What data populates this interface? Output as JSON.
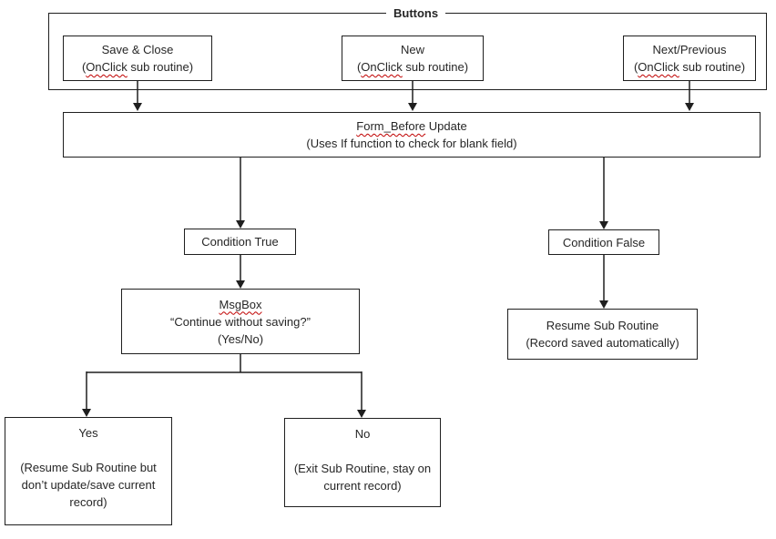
{
  "colors": {
    "text": "#262626",
    "line": "#1f1f1f",
    "spellcheck_underline": "#c00000"
  },
  "diagram": {
    "group_title": "Buttons",
    "buttons": [
      {
        "title": "Save & Close",
        "sub_open": "(",
        "sub_word": "OnClick",
        "sub_rest": " sub routine)"
      },
      {
        "title": "New",
        "sub_open": "(",
        "sub_word": "OnClick",
        "sub_rest": " sub routine)"
      },
      {
        "title": "Next/Previous",
        "sub_open": "(",
        "sub_word": "OnClick",
        "sub_rest": " sub routine)"
      }
    ],
    "form": {
      "word": "Form_Before",
      "rest": " Update",
      "line2": "(Uses If function to check for blank field)"
    },
    "condition_true": "Condition True",
    "condition_false": "Condition False",
    "msgbox": {
      "word": "MsgBox",
      "line2": "“Continue without saving?”",
      "line3": "(Yes/No)"
    },
    "resume": {
      "line1": "Resume Sub Routine",
      "line2": "(Record saved automatically)"
    },
    "yes": {
      "title": "Yes",
      "body": "(Resume Sub Routine but don’t update/save current record)"
    },
    "no": {
      "title": "No",
      "body": "(Exit Sub Routine, stay on current record)"
    }
  }
}
